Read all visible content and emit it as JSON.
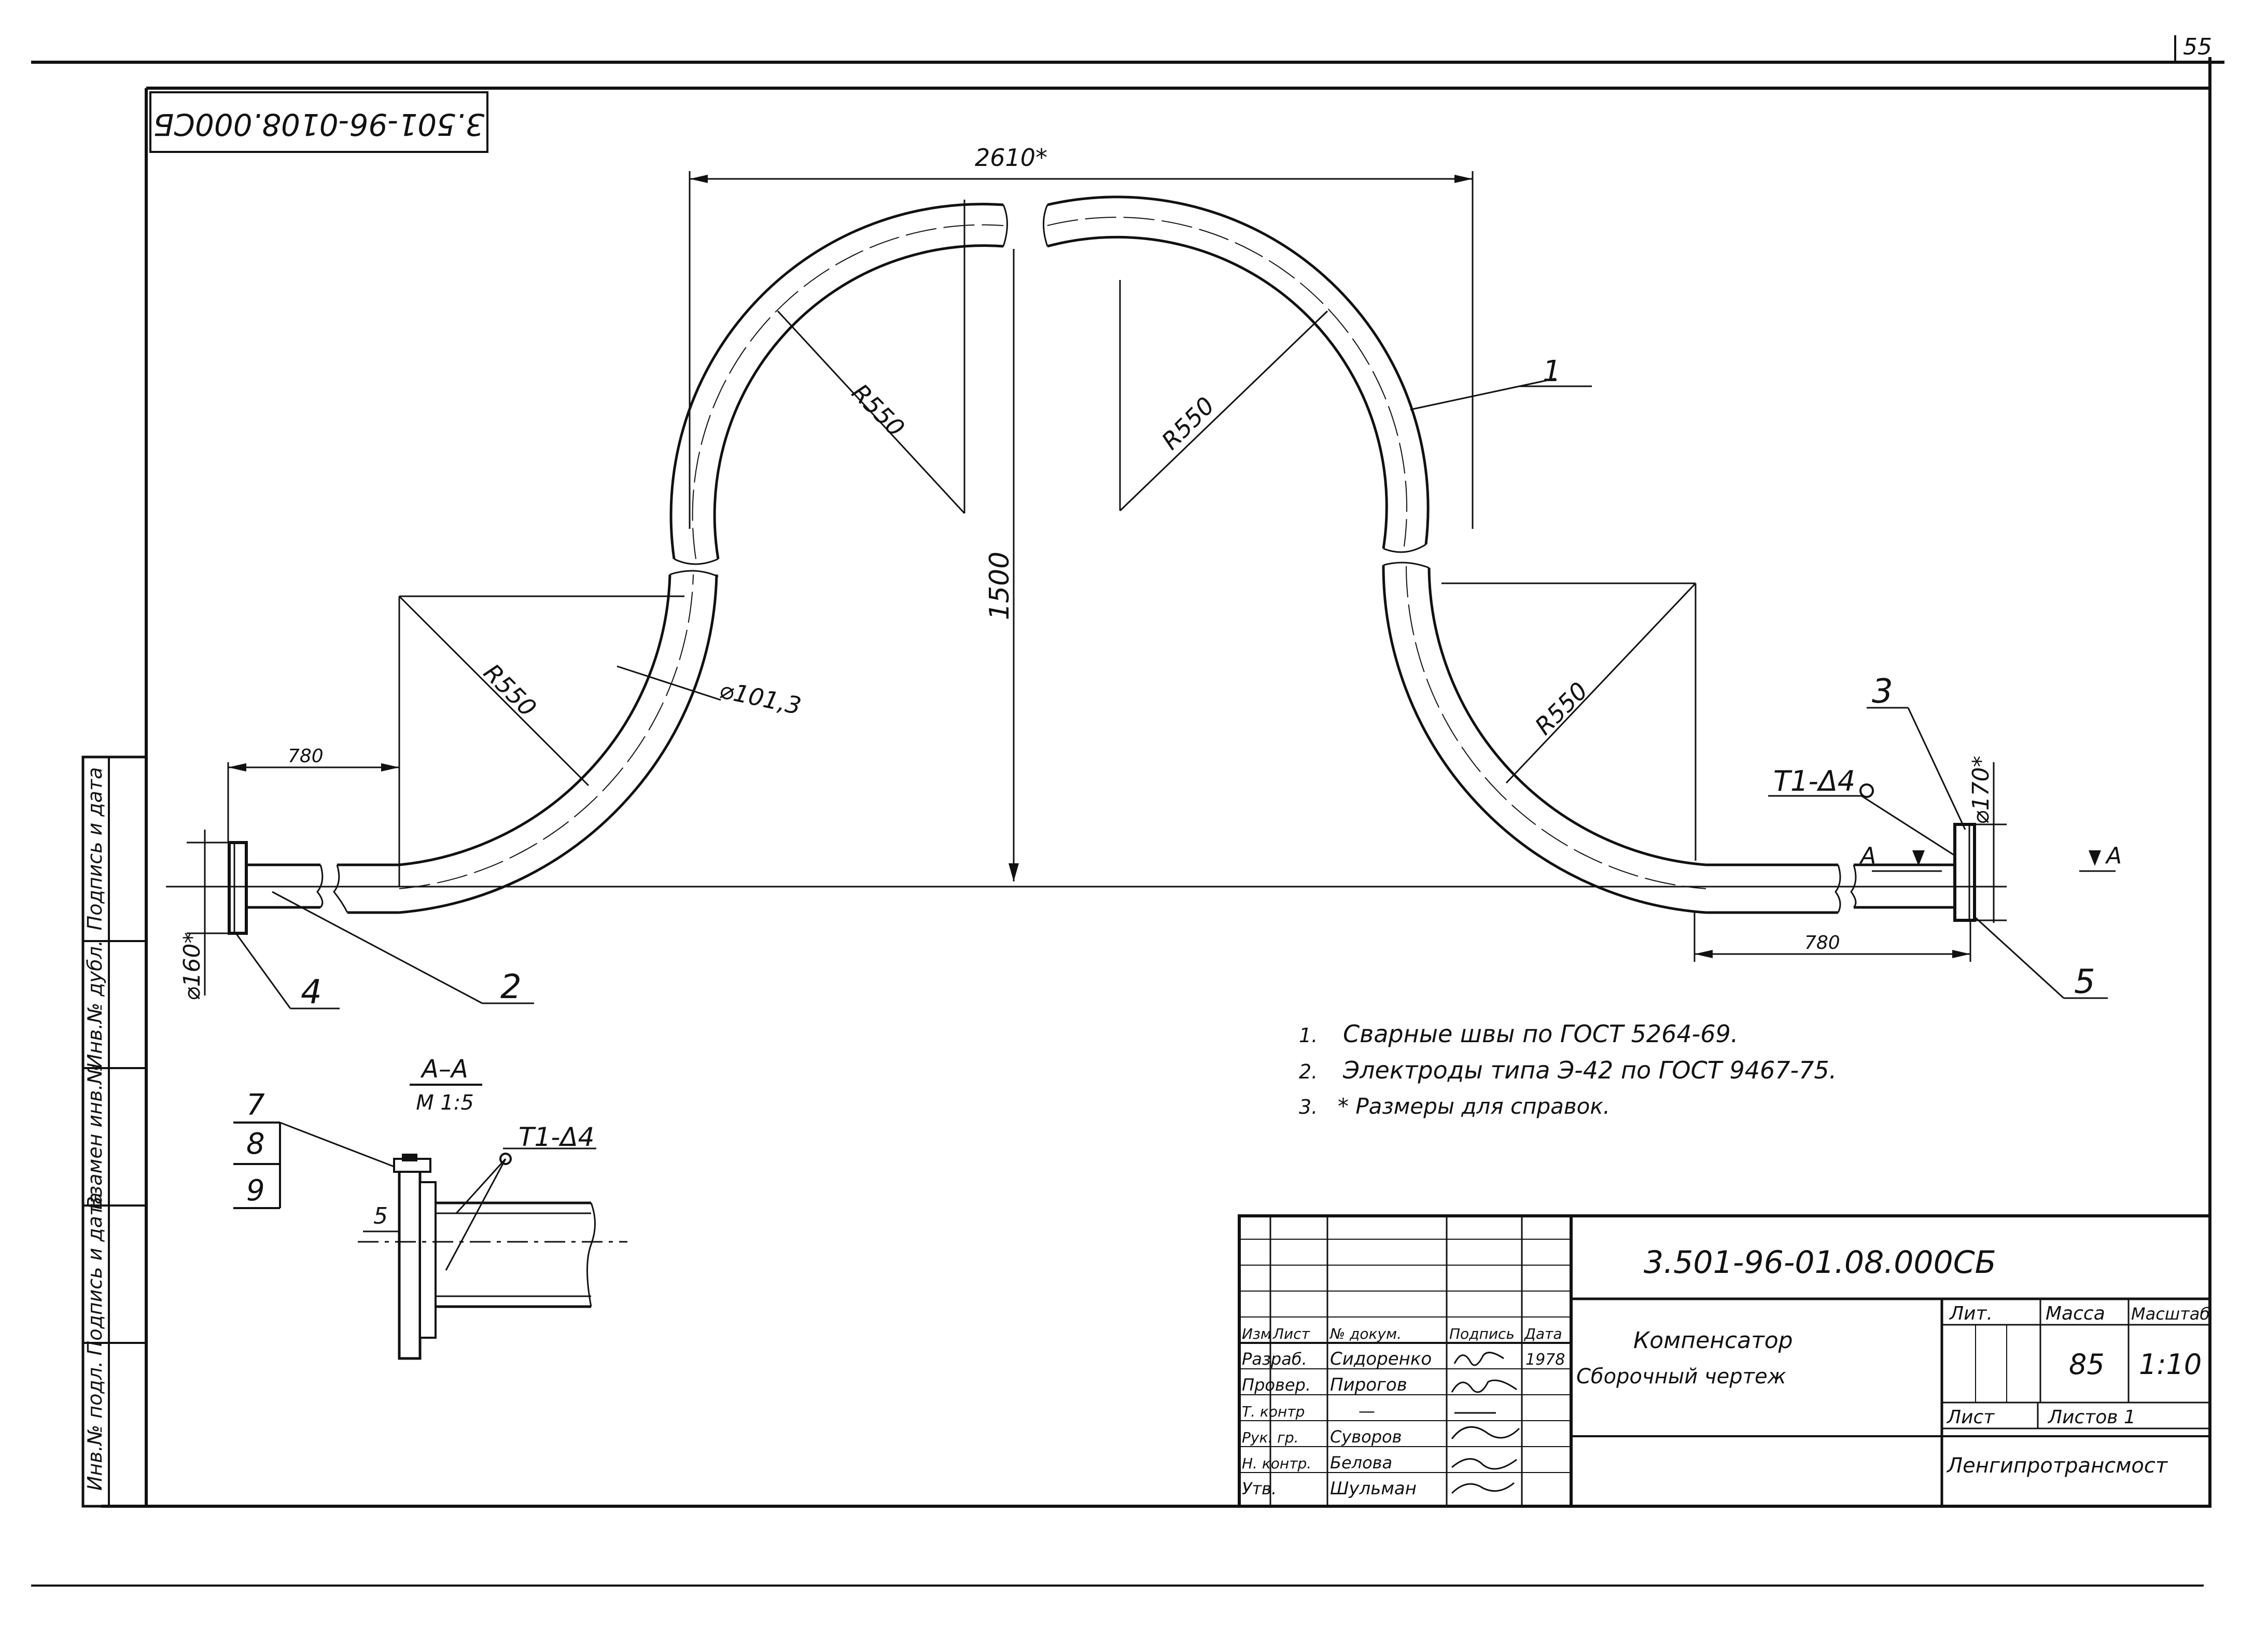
{
  "page_number": "55",
  "rotated_code": "3.501-96-0108.000СБ",
  "dimensions": {
    "span_top": "2610*",
    "height": "1500",
    "radius": "R550",
    "pipe_dia": "⌀101,3",
    "left_leg": "780",
    "right_leg": "780",
    "flange_left_dia": "⌀160*",
    "flange_right_dia": "⌀170*"
  },
  "callouts": {
    "p1": "1",
    "p2": "2",
    "p3": "3",
    "p4": "4",
    "p5": "5",
    "weld_main": "T1-Δ4",
    "section_arrow": "A",
    "section_arrow2": "A"
  },
  "section_view": {
    "title": "А–А",
    "scale": "М 1:5",
    "weld": "T1-Δ4",
    "p5": "5",
    "p7": "7",
    "p8": "8",
    "p9": "9"
  },
  "notes": [
    "Сварные швы по ГОСТ 5264-69.",
    "Электроды типа Э-42 по ГОСТ 9467-75.",
    "* Размеры для справок."
  ],
  "note_numbers": [
    "1.",
    "2.",
    "3."
  ],
  "side_stamps": [
    "Инв.№ подл.",
    "Подпись и дата",
    "Взамен инв.№",
    "Инв.№ дубл.",
    "Подпись и дата"
  ],
  "title_block": {
    "doc_code": "3.501-96-01.08.000СБ",
    "name1": "Компенсатор",
    "name2": "Сборочный чертеж",
    "hdr_izm": "Изм",
    "hdr_list": "Лист",
    "hdr_doc": "№ докум.",
    "hdr_sign": "Подпись",
    "hdr_date": "Дата",
    "year": "1978",
    "roles": [
      {
        "role": "Разраб.",
        "name": "Сидоренко"
      },
      {
        "role": "Провер.",
        "name": "Пирогов"
      },
      {
        "role": "Т. контр",
        "name": "—"
      },
      {
        "role": "Рук. гр.",
        "name": "Суворов"
      },
      {
        "role": "Н. контр.",
        "name": "Белова"
      },
      {
        "role": "Утв.",
        "name": "Шульман"
      }
    ],
    "lit_label": "Лит.",
    "mass_label": "Масса",
    "scale_label": "Масштаб",
    "mass_value": "85",
    "scale_value": "1:10",
    "sheet_label": "Лист",
    "sheets_label": "Листов 1",
    "org": "Ленгипротрансмост"
  }
}
